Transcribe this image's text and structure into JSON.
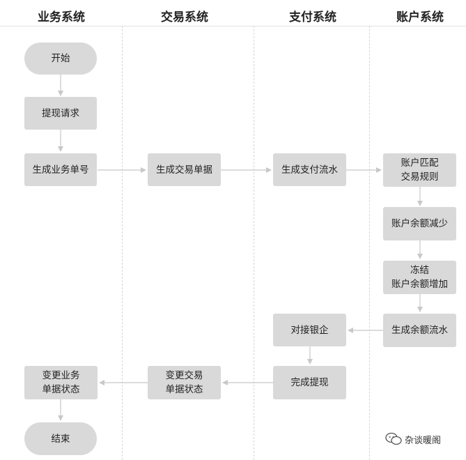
{
  "lanes": {
    "business": "业务系统",
    "trade": "交易系统",
    "payment": "支付系统",
    "account": "账户系统"
  },
  "nodes": {
    "start": "开始",
    "withdraw_request": "提现请求",
    "gen_biz_order": "生成业务单号",
    "gen_trade_doc": "生成交易单据",
    "gen_pay_flow": "生成支付流水",
    "account_match": "账户匹配\n交易规则",
    "balance_decrease": "账户余额减少",
    "freeze_increase": "冻结\n账户余额增加",
    "gen_balance_flow": "生成余额流水",
    "bank_enterprise": "对接银企",
    "complete_withdraw": "完成提现",
    "change_trade_status": "变更交易\n单据状态",
    "change_biz_status": "变更业务\n单据状态",
    "end": "结束"
  },
  "watermark": {
    "text": "杂谈暖阁",
    "icon": "wechat-icon"
  },
  "colors": {
    "node_fill": "#d9d9d9",
    "arrow": "#c8c8c8",
    "divider": "#d6d6d6"
  }
}
